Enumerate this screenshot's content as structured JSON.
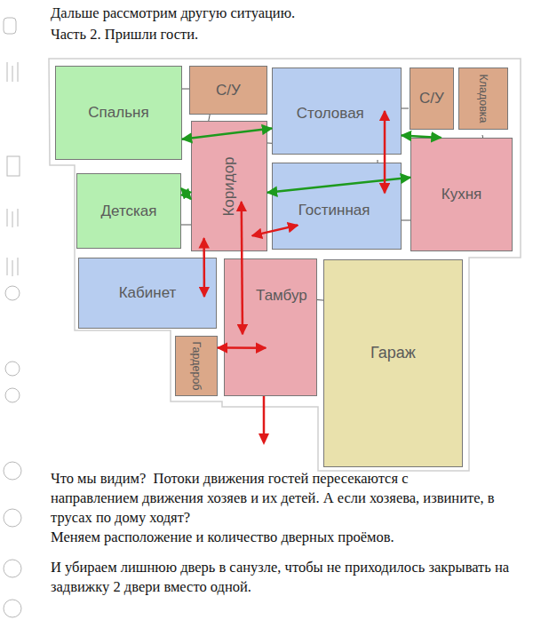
{
  "diagram": {
    "nodes": [
      {
        "text": [
          "Спальня"
        ]
      },
      {
        "text": [
          "С/У"
        ]
      },
      {
        "text": [
          "Столовая"
        ]
      },
      {
        "text": [
          "С/У"
        ]
      },
      {
        "text": [
          "Кладовка"
        ]
      },
      {
        "text": [
          "Детская"
        ]
      },
      {
        "text": [
          "Коридор"
        ]
      },
      {
        "text": [
          "Гостинная"
        ]
      },
      {
        "text": [
          "Кухня"
        ]
      },
      {
        "text": [
          "Кабинет"
        ]
      },
      {
        "text": [
          "Тамбур"
        ]
      },
      {
        "text": [
          "Гардероб"
        ]
      },
      {
        "text": [
          "Гараж"
        ]
      }
    ],
    "edges": [
      {
        "from": 0,
        "to": 2,
        "arrow": "both"
      },
      {
        "from": 5,
        "to": 6,
        "arrow": "both"
      },
      {
        "from": 2,
        "to": 8,
        "arrow": "both"
      },
      {
        "from": 6,
        "to": 8,
        "arrow": "both"
      },
      {
        "from": 2,
        "to": 7,
        "arrow": "both"
      },
      {
        "from": 6,
        "to": 7,
        "arrow": "both"
      },
      {
        "from": 6,
        "to": 9,
        "arrow": "both"
      },
      {
        "from": 6,
        "to": 10,
        "arrow": "both"
      },
      {
        "from": 10,
        "to": 11,
        "arrow": "both"
      }
    ],
    "labels": [
      "Дальше рассмотрим другую ситуацию.",
      "Часть 2. Пришли гости.",
      "Что мы видим?  Потоки движения гостей пересекаются с направлением движения хозяев и их детей. А если хозяева, извините, в трусах по дому ходят?",
      "Меняем расположение и количество дверных проёмов.",
      "И убираем лишнюю дверь в санузле, чтобы не приходилось закрывать на задвижку 2 двери вместо одной."
    ]
  }
}
